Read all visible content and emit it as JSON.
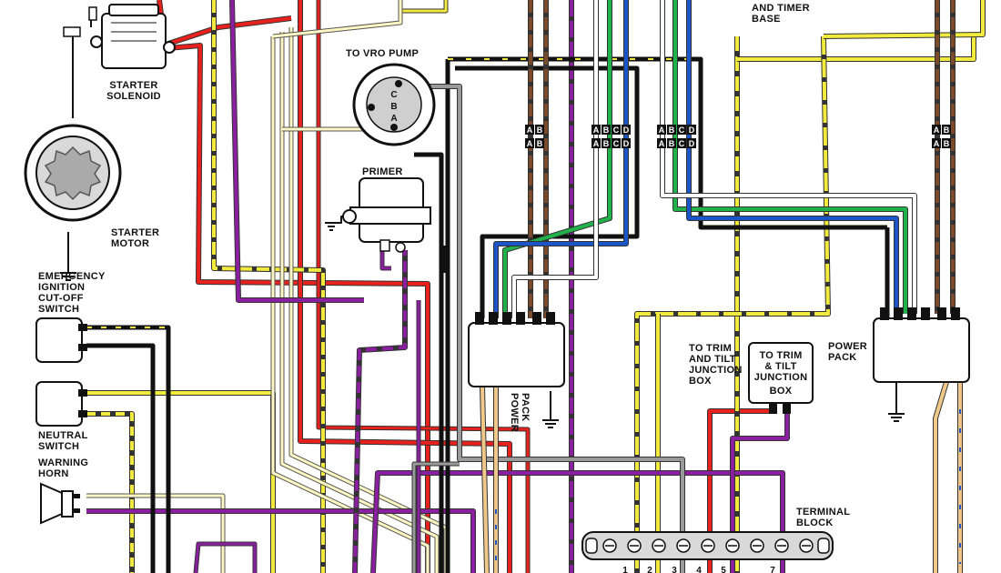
{
  "diagram": {
    "labels": {
      "starter_solenoid": [
        "STARTER",
        "SOLENOID"
      ],
      "starter_motor": [
        "STARTER",
        "MOTOR"
      ],
      "to_vro_pump": "TO VRO PUMP",
      "primer": "PRIMER",
      "emergency_cutoff": [
        "EMERGENCY",
        "IGNITION",
        "CUT-OFF",
        "SWITCH"
      ],
      "neutral_switch": [
        "NEUTRAL",
        "SWITCH"
      ],
      "warning_horn": [
        "WARNING",
        "HORN"
      ],
      "timer_base": [
        "AND TIMER",
        "BASE"
      ],
      "power_pack_left": [
        "POWER",
        "PACK"
      ],
      "power_pack_right": [
        "POWER",
        "PACK"
      ],
      "to_trim_left": [
        "TO TRIM",
        "AND TILT",
        "JUNCTION",
        "BOX"
      ],
      "to_trim_box": [
        "TO TRIM",
        "& TILT",
        "JUNCTION",
        "BOX"
      ],
      "terminal_block": [
        "TERMINAL",
        "BLOCK"
      ]
    },
    "vro_pins": [
      "A",
      "B",
      "C"
    ],
    "connectors": {
      "ab": [
        "A",
        "B"
      ],
      "abcd": [
        "A",
        "B",
        "C",
        "D"
      ]
    },
    "terminal_numbers": [
      "1",
      "2",
      "3",
      "4",
      "5",
      "7"
    ],
    "wire_colors": {
      "red": "#e8211d",
      "yellow": "#f2ea3c",
      "purple": "#8a1fa0",
      "black": "#111111",
      "brown": "#7a4a2a",
      "green": "#22b24c",
      "blue": "#1c55c8",
      "white": "#ffffff",
      "gray": "#9a9a9a",
      "tan": "#f0c98a"
    }
  }
}
